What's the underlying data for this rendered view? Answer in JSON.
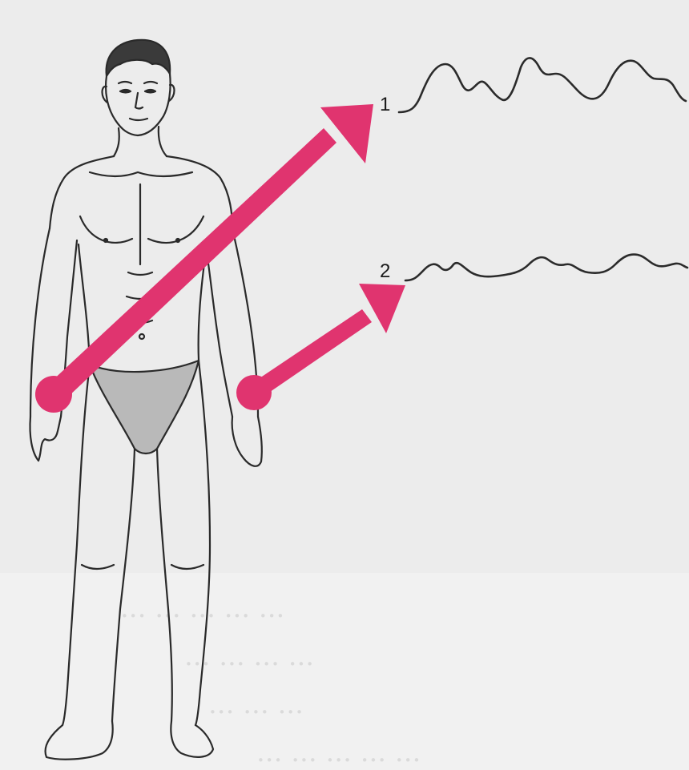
{
  "colors": {
    "background": "#f1f1f1",
    "arrow": "#e0346f",
    "electrode": "#e0346f",
    "line_art": "#2a2a2a",
    "trace": "#2b2b2b",
    "underwear": "#b9b9b9"
  },
  "figure": {
    "subject": "standing human figure, front view",
    "electrodes": [
      {
        "id": "1",
        "site": "right-wrist"
      },
      {
        "id": "2",
        "site": "left-wrist"
      }
    ]
  },
  "leads": [
    {
      "label": "1",
      "electrode": "right-wrist"
    },
    {
      "label": "2",
      "electrode": "left-wrist"
    }
  ],
  "bleed_through_text": [
    "... ... ... ... ...",
    "... ... ... ...",
    "... ... ...",
    "... ... ... ... ..."
  ]
}
